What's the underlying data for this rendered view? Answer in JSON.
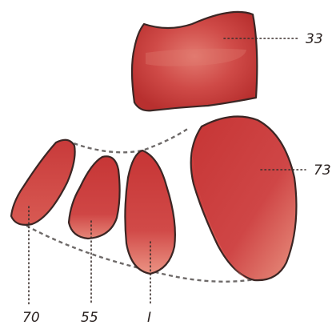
{
  "diagram": {
    "shapes": [
      {
        "id": "block",
        "label": "33",
        "fill": "#c8383a",
        "highlight": "#e37a70",
        "outline": "#3b2624"
      },
      {
        "id": "large",
        "label": "73",
        "fill": "#c8383a",
        "highlight": "#e58678",
        "outline": "#3b2624"
      },
      {
        "id": "sliver",
        "label": "70",
        "fill": "#c8383a",
        "highlight": "#de6c63",
        "outline": "#3b2624"
      },
      {
        "id": "middle",
        "label": "55",
        "fill": "#c8383a",
        "highlight": "#e58678",
        "outline": "#3b2624"
      },
      {
        "id": "pointed",
        "label": "I",
        "fill": "#c8383a",
        "highlight": "#e58678",
        "outline": "#3b2624"
      }
    ],
    "connector_color": "#6e6a69"
  }
}
